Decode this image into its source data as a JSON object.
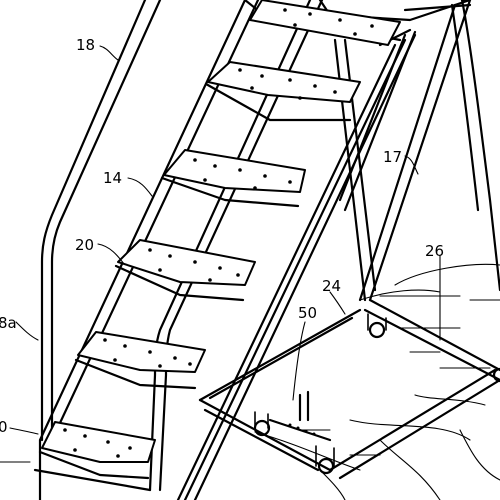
{
  "labels": {
    "l18": "18",
    "l14": "14",
    "l20": "20",
    "l17": "17",
    "l26": "26",
    "l24": "24",
    "l50": "50",
    "l8a": "8a",
    "l0": "0"
  }
}
